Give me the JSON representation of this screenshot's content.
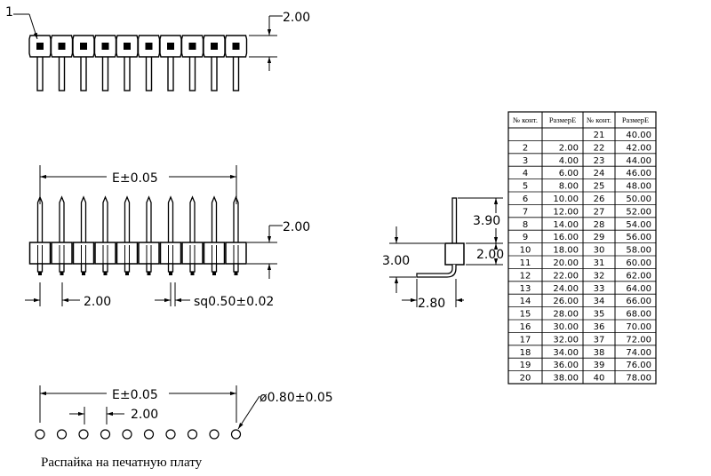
{
  "top_view": {
    "pin_label": "1",
    "pitch_label": "2.00",
    "pin_count": 10
  },
  "front_view": {
    "e_label": "E±0.05",
    "height_label": "2.00",
    "pitch_label": "2.00",
    "pin_label": "sq0.50±0.02",
    "pin_count": 10
  },
  "side_view": {
    "dim_390": "3.90",
    "dim_200": "2.00",
    "dim_300": "3.00",
    "dim_280": "2.80"
  },
  "footprint": {
    "e_label": "E±0.05",
    "pitch_label": "2.00",
    "hole_label": "ø0.80±0.05",
    "hole_count": 10,
    "caption": "Распайка на печатную плату"
  },
  "table": {
    "headers": [
      "№ конт.",
      "РазмерE",
      "№ конт.",
      "РазмерE"
    ],
    "rows": [
      [
        "",
        "",
        "21",
        "40.00"
      ],
      [
        "2",
        "2.00",
        "22",
        "42.00"
      ],
      [
        "3",
        "4.00",
        "23",
        "44.00"
      ],
      [
        "4",
        "6.00",
        "24",
        "46.00"
      ],
      [
        "5",
        "8.00",
        "25",
        "48.00"
      ],
      [
        "6",
        "10.00",
        "26",
        "50.00"
      ],
      [
        "7",
        "12.00",
        "27",
        "52.00"
      ],
      [
        "8",
        "14.00",
        "28",
        "54.00"
      ],
      [
        "9",
        "16.00",
        "29",
        "56.00"
      ],
      [
        "10",
        "18.00",
        "30",
        "58.00"
      ],
      [
        "11",
        "20.00",
        "31",
        "60.00"
      ],
      [
        "12",
        "22.00",
        "32",
        "62.00"
      ],
      [
        "13",
        "24.00",
        "33",
        "64.00"
      ],
      [
        "14",
        "26.00",
        "34",
        "66.00"
      ],
      [
        "15",
        "28.00",
        "35",
        "68.00"
      ],
      [
        "16",
        "30.00",
        "36",
        "70.00"
      ],
      [
        "17",
        "32.00",
        "37",
        "72.00"
      ],
      [
        "18",
        "34.00",
        "38",
        "74.00"
      ],
      [
        "19",
        "36.00",
        "39",
        "76.00"
      ],
      [
        "20",
        "38.00",
        "40",
        "78.00"
      ]
    ]
  }
}
